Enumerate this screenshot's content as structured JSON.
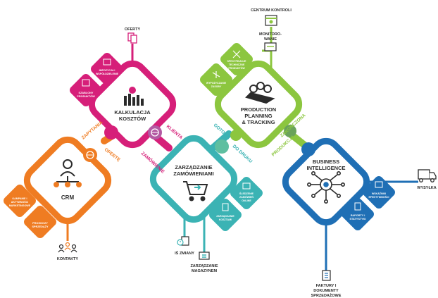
{
  "colors": {
    "crm": "#ef7c22",
    "kalkulacja": "#d61f79",
    "zamowienia": "#3bb3b4",
    "production": "#8cc63f",
    "bi": "#1f6fb5",
    "text": "#2b2b2b"
  },
  "modules": {
    "crm": {
      "title": "CRM",
      "icon": "user-network-icon"
    },
    "kalkulacja": {
      "title_l1": "KALKULACJA",
      "title_l2": "KOSZTÓW",
      "icon": "calculator-icon"
    },
    "zamowienia": {
      "title_l1": "ZARZĄDZANIE",
      "title_l2": "ZAMÓWIENIAMI",
      "icon": "shopping-cart-icon"
    },
    "production": {
      "title_l1": "PRODUCTION",
      "title_l2": "PLANNING",
      "title_l3": "& TRACKING",
      "icon": "paper-rolls-icon"
    },
    "bi": {
      "title_l1": "BUSINESS",
      "title_l2": "INTELLIGENCE",
      "icon": "network-hub-icon"
    }
  },
  "connectors": {
    "zapytania": "ZAPYTANIA",
    "oferte": "OFERTĘ",
    "zamowienie": "ZAMÓWIENIE",
    "klienta": "KLIENTA",
    "gotowe": "GOTOWE",
    "do_druku": "DO DRUKU",
    "produkcja": "PRODUKCJA",
    "zakonczona": "ZAKOŃCZONA"
  },
  "tiles": {
    "kampanie": {
      "l1": "KAMPANIE I",
      "l2": "AKTYWNOŚCI",
      "l3": "MARKETINGOWE"
    },
    "prognozy": {
      "l1": "PROGNOZY",
      "l2": "SPRZEDAŻY"
    },
    "impozycja": {
      "l1": "IMPOZYCJA I",
      "l2": "WSPÓŁDZIELENIE"
    },
    "szablony": {
      "l1": "SZABLONY",
      "l2": "PRODUKTÓW"
    },
    "specyfikacje": {
      "l1": "SPECYFIKACJE",
      "l2": "TECHNICZNE",
      "l3": "PRODUKTÓW"
    },
    "wypozyczanie": {
      "l1": "WYPOŻYCZANIE",
      "l2": "ZASOBY"
    },
    "sledzenie": {
      "l1": "ŚLEDZENIE",
      "l2": "ZAMÓWIEŃ",
      "l3": "ONLINE"
    },
    "zarzadzanie_kosztami": {
      "l1": "ZARZĄDZANIE",
      "l2": "KOSZTAMI"
    },
    "wskazniki": {
      "l1": "WSKAŹNIKI",
      "l2": "EFEKTYWNOŚCI"
    },
    "raporty": {
      "l1": "RAPORTY I",
      "l2": "STATYSTYKI"
    }
  },
  "outer": {
    "oferty": "OFERTY",
    "centrum": "CENTRUM KONTROLI",
    "monitorowanie_l1": "MONITORO-",
    "monitorowanie_l2": "WANIE",
    "kontakty": "KONTAKTY",
    "czas_l1": "IŚ ZMIANY",
    "magazyn_l1": "ZARZĄDZANIE",
    "magazyn_l2": "MAGAZYNEM",
    "wysylka": "WYSYŁKA",
    "faktury_l1": "FAKTURY I",
    "faktury_l2": "DOKUMENTY",
    "faktury_l3": "SPRZEDAŻOWE"
  }
}
